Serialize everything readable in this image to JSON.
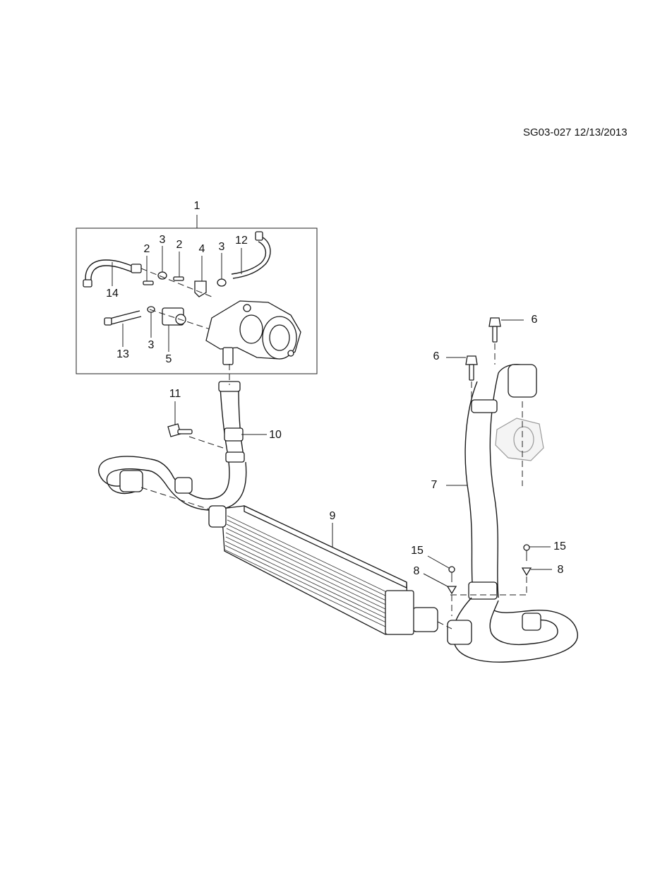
{
  "reference": "SG03-027 12/13/2013",
  "callouts": [
    {
      "id": "1",
      "label": "1"
    },
    {
      "id": "2a",
      "label": "2"
    },
    {
      "id": "3a",
      "label": "3"
    },
    {
      "id": "2b",
      "label": "2"
    },
    {
      "id": "4",
      "label": "4"
    },
    {
      "id": "3b",
      "label": "3"
    },
    {
      "id": "12",
      "label": "12"
    },
    {
      "id": "14",
      "label": "14"
    },
    {
      "id": "13",
      "label": "13"
    },
    {
      "id": "3c",
      "label": "3"
    },
    {
      "id": "5",
      "label": "5"
    },
    {
      "id": "11",
      "label": "11"
    },
    {
      "id": "10",
      "label": "10"
    },
    {
      "id": "6a",
      "label": "6"
    },
    {
      "id": "6b",
      "label": "6"
    },
    {
      "id": "7",
      "label": "7"
    },
    {
      "id": "9",
      "label": "9"
    },
    {
      "id": "15a",
      "label": "15"
    },
    {
      "id": "15b",
      "label": "15"
    },
    {
      "id": "8a",
      "label": "8"
    },
    {
      "id": "8b",
      "label": "8"
    }
  ]
}
